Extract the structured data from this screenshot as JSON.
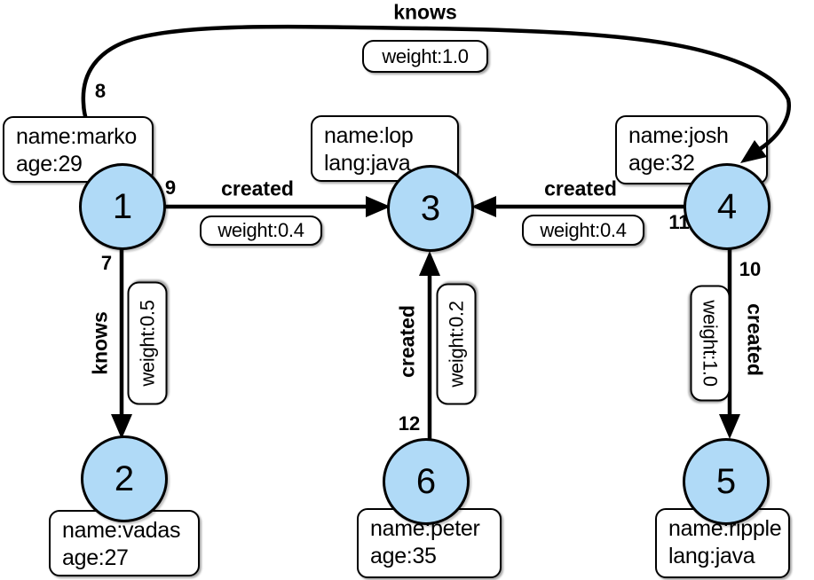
{
  "colors": {
    "node_fill": "#b0daf7",
    "node_stroke": "#000000",
    "box_fill": "#ffffff",
    "edge": "#000000",
    "background": "#ffffff"
  },
  "nodes": {
    "n1": {
      "id": "1",
      "prop1": "name:marko",
      "prop2": "age:29"
    },
    "n2": {
      "id": "2",
      "prop1": "name:vadas",
      "prop2": "age:27"
    },
    "n3": {
      "id": "3",
      "prop1": "name:lop",
      "prop2": "lang:java"
    },
    "n4": {
      "id": "4",
      "prop1": "name:josh",
      "prop2": "age:32"
    },
    "n5": {
      "id": "5",
      "prop1": "name:ripple",
      "prop2": "lang:java"
    },
    "n6": {
      "id": "6",
      "prop1": "name:peter",
      "prop2": "age:35"
    }
  },
  "edges": {
    "e7": {
      "id": "7",
      "label": "knows",
      "weight": "weight:0.5",
      "from": "1",
      "to": "2"
    },
    "e8": {
      "id": "8",
      "label": "knows",
      "weight": "weight:1.0",
      "from": "1",
      "to": "4"
    },
    "e9": {
      "id": "9",
      "label": "created",
      "weight": "weight:0.4",
      "from": "1",
      "to": "3"
    },
    "e10": {
      "id": "10",
      "label": "created",
      "weight": "weight:1.0",
      "from": "4",
      "to": "5"
    },
    "e11": {
      "id": "11",
      "label": "created",
      "weight": "weight:0.4",
      "from": "4",
      "to": "3"
    },
    "e12": {
      "id": "12",
      "label": "created",
      "weight": "weight:0.2",
      "from": "6",
      "to": "3"
    }
  }
}
